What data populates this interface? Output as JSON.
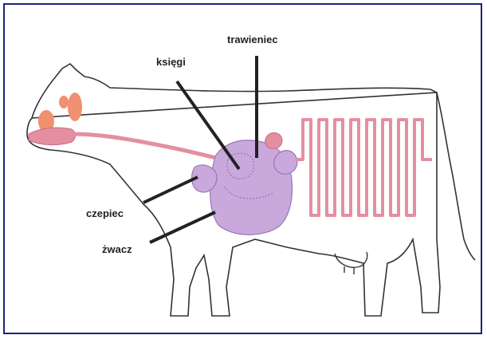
{
  "labels": {
    "ksiegi": "księgi",
    "trawieniec": "trawieniec",
    "czepiec": "czepiec",
    "zwacz": "żwacz"
  },
  "colors": {
    "frame": "#1a237e",
    "outline": "#333333",
    "digestive_tract": "#e48fa0",
    "stomach_fill": "#c9a8dc",
    "stomach_stroke": "#9877b4",
    "glands": "#f09070",
    "leader_line": "#222222"
  }
}
